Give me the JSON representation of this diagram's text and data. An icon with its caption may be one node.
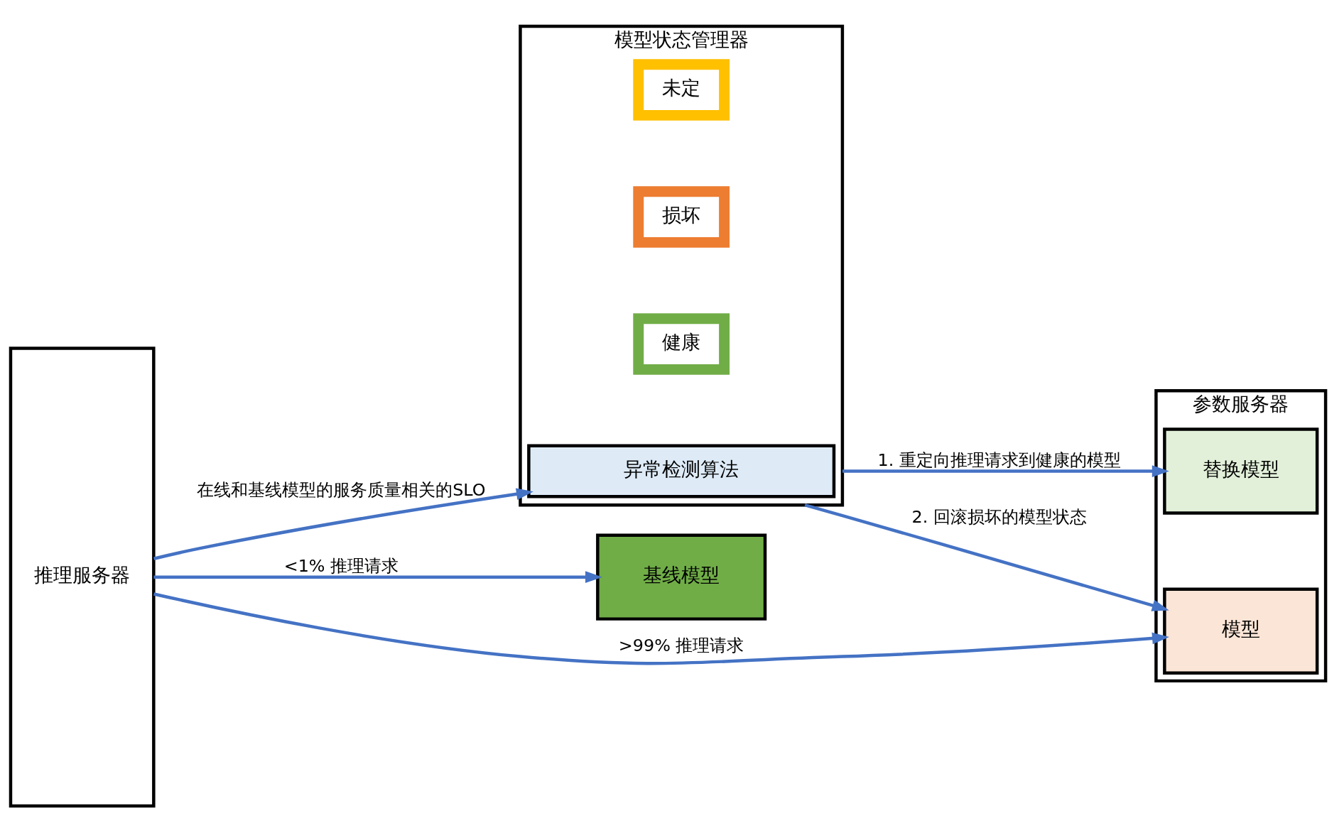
{
  "diagram": {
    "nodes": [
      {
        "text": [
          "推理服务器"
        ]
      },
      {
        "text": [
          "模型状态管理器"
        ]
      },
      {
        "text": [
          "异常检测算法"
        ],
        "in": 1
      },
      {
        "text": [
          "健康"
        ],
        "in": 1
      },
      {
        "text": [
          "损坏"
        ],
        "in": 1
      },
      {
        "text": [
          "未定"
        ],
        "in": 1
      },
      {
        "text": [
          "基线模型"
        ]
      },
      {
        "text": [
          "参数服务器"
        ]
      },
      {
        "text": [
          "替换模型"
        ],
        "in": 7
      },
      {
        "text": [
          "模型"
        ],
        "in": 7
      }
    ],
    "edges": [
      {
        "from": 0,
        "to": 2,
        "arrow": "to",
        "label": "在线和基线模型的服务质量相关的SLO"
      },
      {
        "from": 0,
        "to": 6,
        "arrow": "to",
        "label": "<1% 推理请求"
      },
      {
        "from": 0,
        "to": 9,
        "arrow": "to",
        "label": ">99% 推理请求"
      },
      {
        "from": 1,
        "to": 8,
        "arrow": "to",
        "label": "1. 重定向推理请求到健康的模型"
      },
      {
        "from": 1,
        "to": 9,
        "arrow": "to",
        "label": "2. 回滚损坏的模型状态"
      }
    ]
  }
}
